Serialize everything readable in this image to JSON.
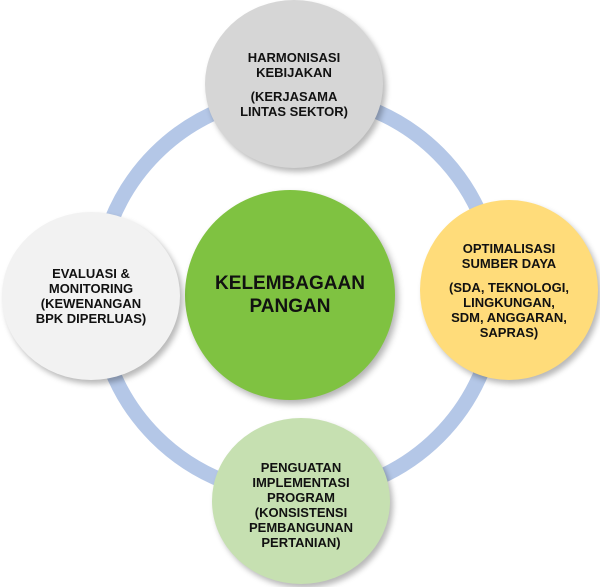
{
  "colors": {
    "ring": "#b4c7e7",
    "center_fill": "#7fc241",
    "top_fill": "#d6d6d6",
    "right_fill": "#ffdc7a",
    "bottom_fill": "#c6e0b1",
    "left_fill": "#f2f2f2",
    "text": "#111111"
  },
  "center": {
    "lines": [
      "KELEMBAGAAN",
      "PANGAN"
    ]
  },
  "top": {
    "title_lines": [
      "HARMONISASI",
      "KEBIJAKAN"
    ],
    "detail_lines": [
      "(KERJASAMA",
      "LINTAS SEKTOR)"
    ]
  },
  "right": {
    "title_lines": [
      "OPTIMALISASI",
      "SUMBER DAYA"
    ],
    "detail_lines": [
      "(SDA, TEKNOLOGI,",
      "LINGKUNGAN,",
      "SDM,  ANGGARAN,",
      "SAPRAS)"
    ]
  },
  "bottom": {
    "lines": [
      "PENGUATAN",
      "IMPLEMENTASI",
      "PROGRAM",
      "(KONSISTENSI",
      "PEMBANGUNAN",
      "PERTANIAN)"
    ]
  },
  "left": {
    "lines": [
      "EVALUASI &",
      "MONITORING",
      "(KEWENANGAN",
      "BPK DIPERLUAS)"
    ]
  }
}
